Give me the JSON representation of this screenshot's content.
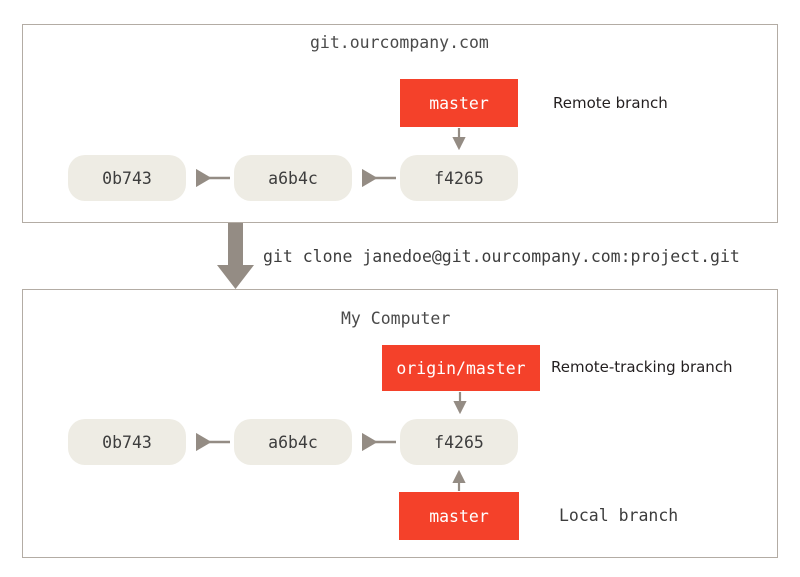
{
  "diagram": {
    "title_remote_panel": "git.ourcompany.com",
    "title_local_panel": "My Computer",
    "clone_command": "git clone janedoe@git.ourcompany.com:project.git",
    "colors": {
      "branch_box": "#F4412A",
      "branch_box_text": "#FFFFFF",
      "commit_node": "#EEECE4",
      "commit_node_text": "#3D3D3D",
      "panel_border": "#B3ACA4",
      "arrow_gray": "#948C84",
      "background": "#FFFFFF",
      "annotation_text": "#231F20"
    },
    "remote_panel": {
      "commits": [
        {
          "id": "0b743"
        },
        {
          "id": "a6b4c"
        },
        {
          "id": "f4265"
        }
      ],
      "branch": {
        "label": "master",
        "annotation": "Remote branch"
      }
    },
    "local_panel": {
      "commits": [
        {
          "id": "0b743"
        },
        {
          "id": "a6b4c"
        },
        {
          "id": "f4265"
        }
      ],
      "remote_tracking_branch": {
        "label": "origin/master",
        "annotation": "Remote-tracking branch"
      },
      "local_branch": {
        "label": "master",
        "annotation": "Local branch"
      }
    }
  }
}
